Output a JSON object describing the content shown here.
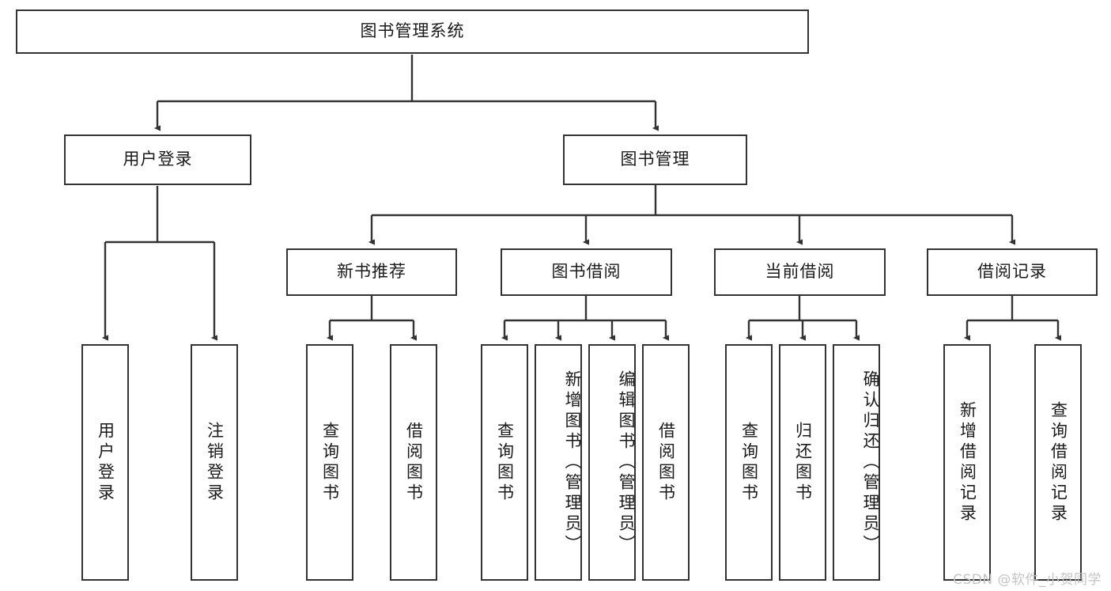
{
  "diagram": {
    "title": "图书管理系统",
    "type": "tree-hierarchy-chart",
    "line_color": "#333333",
    "box_fill": "#ffffff",
    "text_color": "#1a1a1a"
  },
  "nodes": {
    "root": {
      "label": "图书管理系统"
    },
    "level1": [
      {
        "label": "用户登录"
      },
      {
        "label": "图书管理"
      }
    ],
    "level2": [
      {
        "label": "新书推荐"
      },
      {
        "label": "图书借阅"
      },
      {
        "label": "当前借阅"
      },
      {
        "label": "借阅记录"
      }
    ],
    "leaves_user_login": [
      {
        "label": "用户登录"
      },
      {
        "label": "注销登录"
      }
    ],
    "leaves_new_books": [
      {
        "label": "查询图书"
      },
      {
        "label": "借阅图书"
      }
    ],
    "leaves_borrow": [
      {
        "label": "查询图书"
      },
      {
        "label": "新增图书（管理员）"
      },
      {
        "label": "编辑图书（管理员）"
      },
      {
        "label": "借阅图书"
      }
    ],
    "leaves_current": [
      {
        "label": "查询图书"
      },
      {
        "label": "归还图书"
      },
      {
        "label": "确认归还（管理员）"
      }
    ],
    "leaves_records": [
      {
        "label": "新增借阅记录"
      },
      {
        "label": "查询借阅记录"
      }
    ]
  },
  "watermark": {
    "text": "CSDN @软件_小贺同学"
  }
}
